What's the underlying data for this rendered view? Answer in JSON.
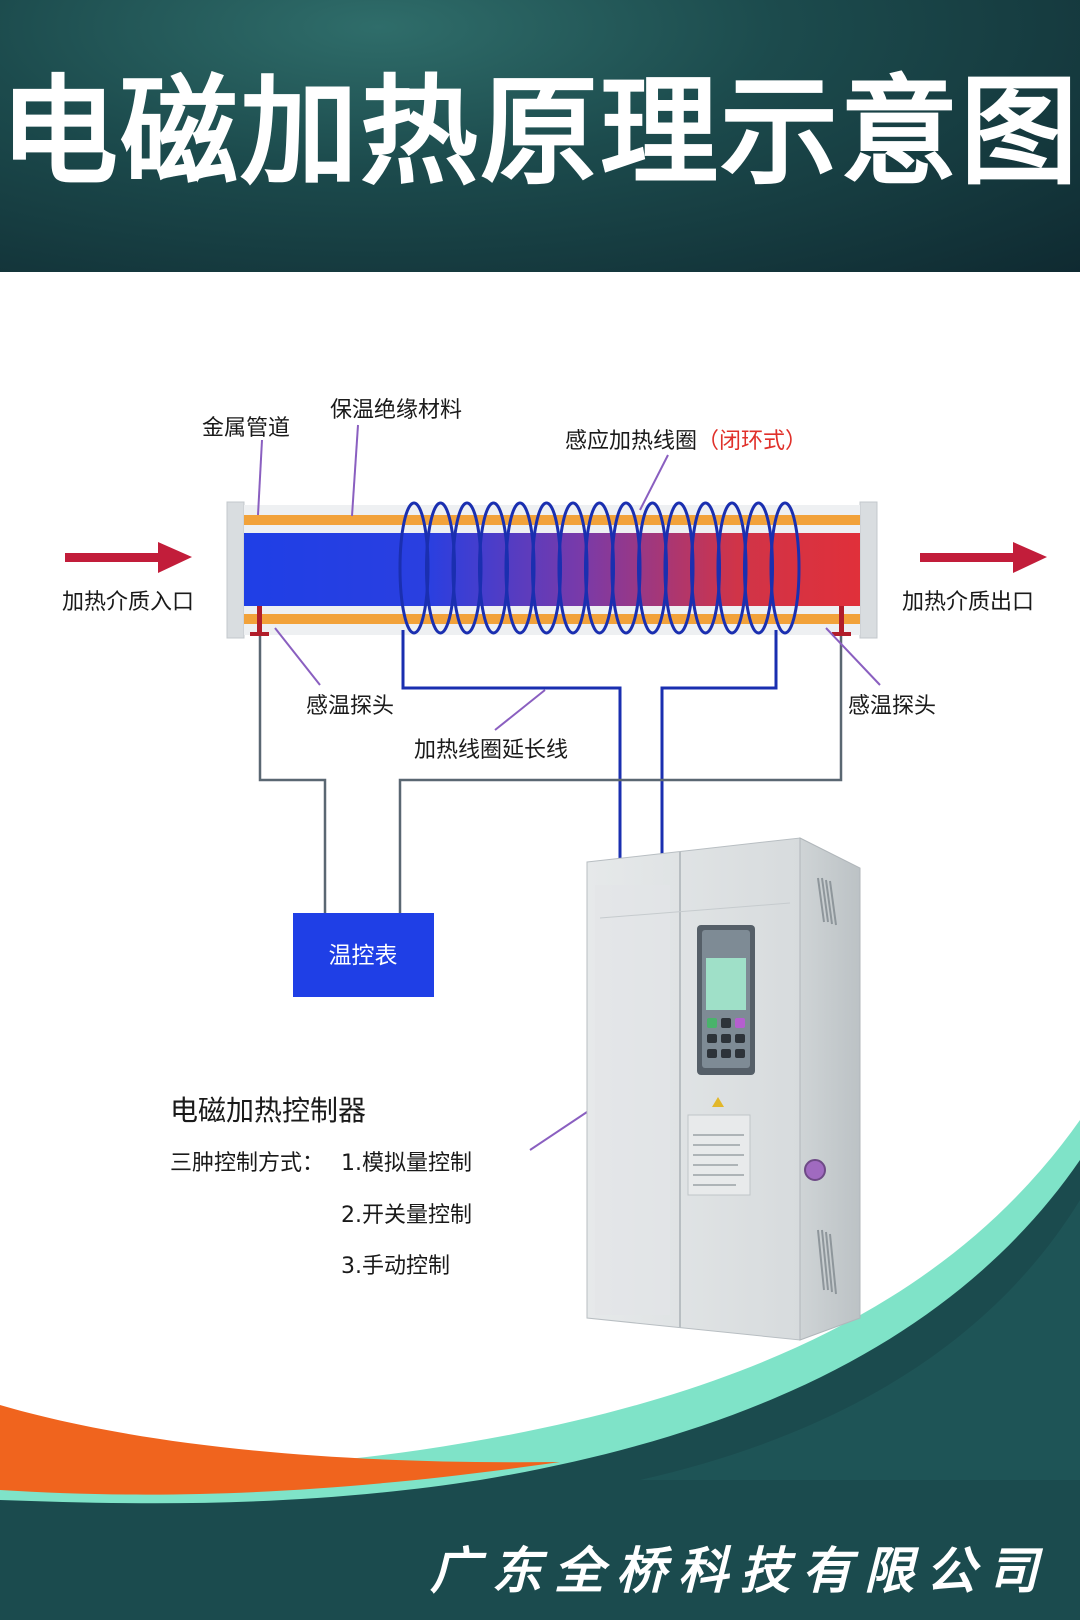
{
  "title": "电磁加热原理示意图",
  "labels": {
    "metal_pipe": "金属管道",
    "insulation": "保温绝缘材料",
    "coil": "感应加热线圈",
    "coil_type": "（闭环式）",
    "inlet": "加热介质入口",
    "outlet": "加热介质出口",
    "probe_left": "感温探头",
    "probe_right": "感温探头",
    "coil_extension": "加热线圈延长线",
    "thermostat": "温控表",
    "controller_title": "电磁加热控制器",
    "control_methods_prefix": "三肿控制方式：",
    "method_1": "1.模拟量控制",
    "method_2": "2.开关量控制",
    "method_3": "3.手动控制"
  },
  "company": "广东全桥科技有限公司",
  "colors": {
    "header_dark": "#0f2a31",
    "header_light": "#2f6d6a",
    "pipe_cold": "#1f3fe6",
    "pipe_hot": "#e0303a",
    "insulation": "#f2a23a",
    "coil": "#1a2fb0",
    "arrow": "#c21d3a",
    "thermostat_box": "#1f3fe6",
    "footer_teal": "#1b4b4e",
    "footer_orange": "#f0641e",
    "footer_mint": "#7fe3c8"
  }
}
